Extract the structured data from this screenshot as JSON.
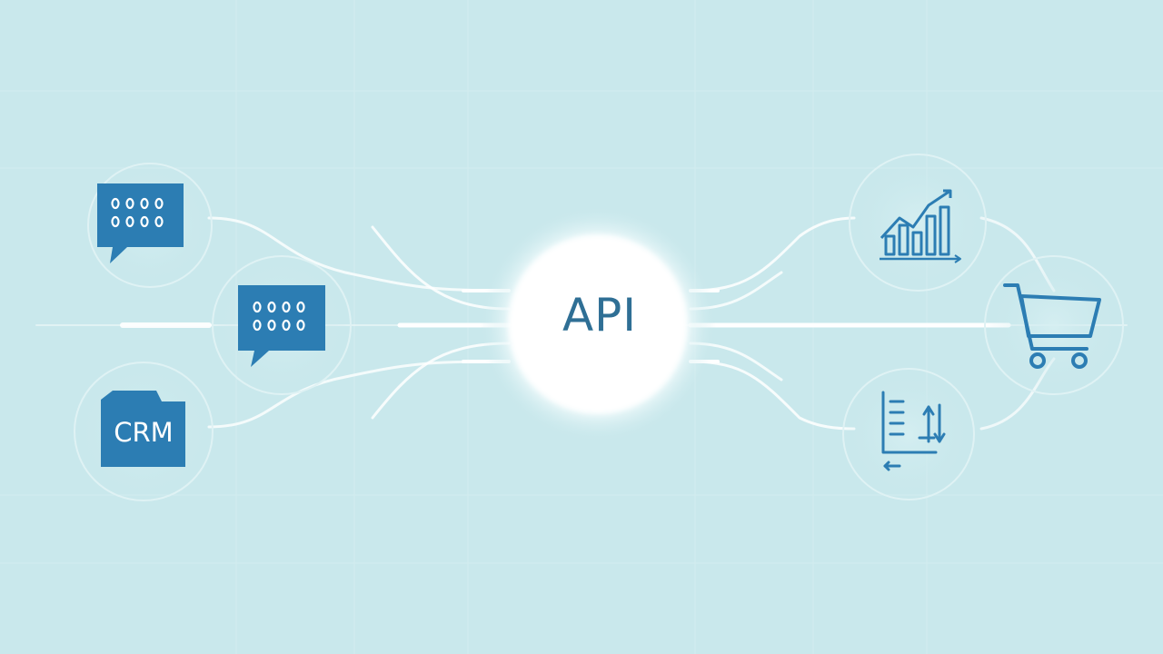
{
  "hub": {
    "label": "API"
  },
  "left_systems": [
    {
      "name": "chat-1",
      "icon": "chat-bubble-icon",
      "glyph": "0000\n0000"
    },
    {
      "name": "chat-2",
      "icon": "chat-bubble-icon",
      "glyph": "0000\n0000"
    },
    {
      "name": "crm",
      "icon": "crm-folder-icon",
      "label": "CRM"
    }
  ],
  "right_systems": [
    {
      "name": "analytics",
      "icon": "bar-chart-trend-icon"
    },
    {
      "name": "commerce",
      "icon": "shopping-cart-icon"
    },
    {
      "name": "reports",
      "icon": "document-sort-icon"
    }
  ],
  "colors": {
    "background": "#c9e8ec",
    "icon_blue": "#2c7db3",
    "hub_text": "#2f6f95",
    "glow": "#ffffff"
  }
}
